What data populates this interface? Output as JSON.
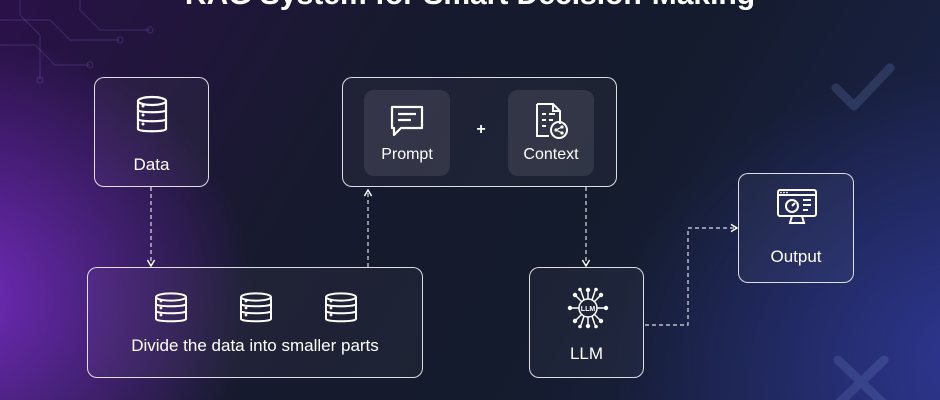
{
  "title": "RAG System for Smart Decision-Making",
  "nodes": {
    "data": {
      "label": "Data",
      "icon": "database-icon"
    },
    "divide": {
      "label": "Divide the data into smaller parts",
      "icon": "database-icon"
    },
    "prompt": {
      "label": "Prompt",
      "icon": "chat-message-icon"
    },
    "plus": {
      "label": "+"
    },
    "context": {
      "label": "Context",
      "icon": "document-share-icon"
    },
    "llm": {
      "label": "LLM",
      "icon": "neural-network-icon",
      "icon_text": "LLM"
    },
    "output": {
      "label": "Output",
      "icon": "monitor-gauge-icon"
    }
  },
  "colors": {
    "accent_purple": "#8c32e6",
    "background": "#171a2e",
    "line": "#ffffff"
  }
}
